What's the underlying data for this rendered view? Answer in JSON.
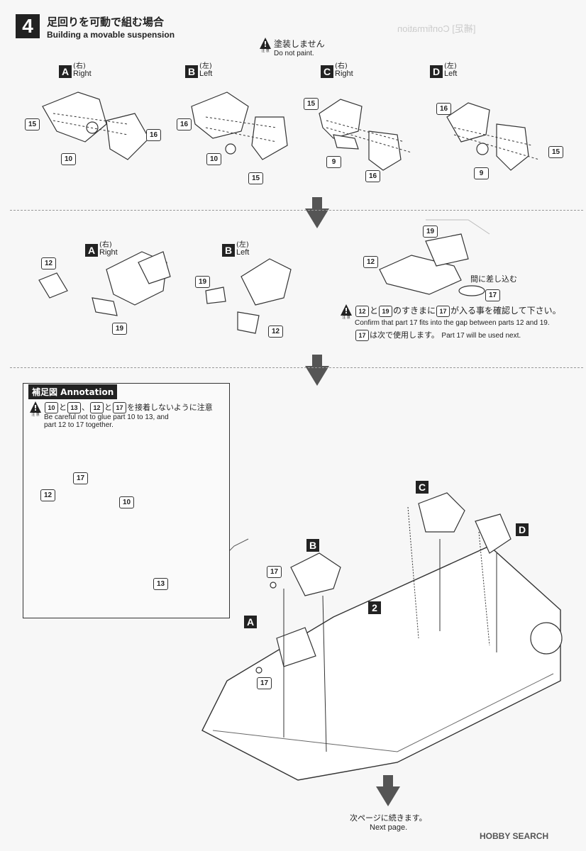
{
  "step": {
    "number": "4",
    "title_jp": "足回りを可動で組む場合",
    "title_en": "Building a movable suspension"
  },
  "top_warning": {
    "icon": "warning-triangle-icon",
    "icon_sub": "注 意",
    "jp": "塗装しません",
    "en": "Do not paint."
  },
  "variants_top": [
    {
      "letter": "A",
      "kanji": "(右)",
      "en": "Right",
      "parts": [
        "15",
        "10",
        "16"
      ]
    },
    {
      "letter": "B",
      "kanji": "(左)",
      "en": "Left",
      "parts": [
        "16",
        "10",
        "15"
      ]
    },
    {
      "letter": "C",
      "kanji": "(右)",
      "en": "Right",
      "parts": [
        "15",
        "9",
        "16"
      ]
    },
    {
      "letter": "D",
      "kanji": "(左)",
      "en": "Left",
      "parts": [
        "16",
        "15",
        "9"
      ]
    }
  ],
  "variants_mid": [
    {
      "letter": "A",
      "kanji": "(右)",
      "en": "Right",
      "parts": [
        "12",
        "19"
      ]
    },
    {
      "letter": "B",
      "kanji": "(左)",
      "en": "Left",
      "parts": [
        "19",
        "12"
      ]
    }
  ],
  "detail": {
    "parts": [
      "19",
      "12",
      "17"
    ],
    "insert_jp": "間に差し込む"
  },
  "mid_warning": {
    "icon_sub": "注 意",
    "jp_parts": [
      "12",
      "と",
      "19",
      "のすきまに",
      "17",
      "が入る事を確認して下さい。"
    ],
    "en1": "Confirm that part 17 fits into the gap between parts 12 and 19.",
    "note_part": "17",
    "note_jp": "は次で使用します。",
    "note_en": "Part 17 will be used next."
  },
  "annotation": {
    "title": "補足図 Annotation",
    "icon_sub": "注 意",
    "jp_parts": [
      "10",
      "と",
      "13",
      "、",
      "12",
      "と",
      "17",
      "を接着しないように注意"
    ],
    "en1": "Be careful not to glue part 10 to 13, and",
    "en2": "part 12 to 17 together.",
    "parts": [
      "17",
      "12",
      "10",
      "13"
    ]
  },
  "assembly": {
    "letters": [
      "C",
      "D",
      "B",
      "A"
    ],
    "parts": [
      "17",
      "2",
      "17"
    ]
  },
  "footer": {
    "jp": "次ページに続きます。",
    "en": "Next page."
  },
  "watermark": "HOBBY SEARCH",
  "ghost_text": "[補足] Confirmation"
}
